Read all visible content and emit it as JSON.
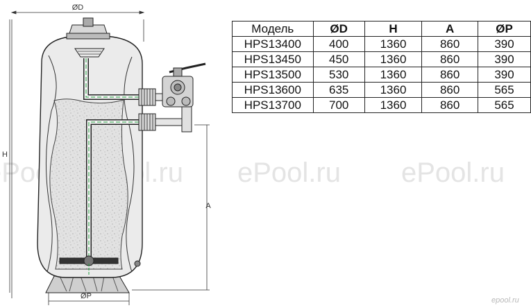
{
  "drawing": {
    "dim_labels": {
      "diameter": "ØD",
      "height": "H",
      "inlet_height": "A",
      "base_diameter": "ØP"
    },
    "watermark": "ePool.ru",
    "corner_watermark": "epool.ru"
  },
  "table": {
    "headers": [
      "Модель",
      "ØD",
      "H",
      "A",
      "ØP"
    ],
    "rows": [
      [
        "HPS13400",
        "400",
        "1360",
        "860",
        "390"
      ],
      [
        "HPS13450",
        "450",
        "1360",
        "860",
        "390"
      ],
      [
        "HPS13500",
        "530",
        "1360",
        "860",
        "390"
      ],
      [
        "HPS13600",
        "635",
        "1360",
        "860",
        "565"
      ],
      [
        "HPS13700",
        "700",
        "1360",
        "860",
        "565"
      ]
    ]
  },
  "colors": {
    "line": "#222222",
    "tank_fill": "#ebebeb",
    "sand": "#dcdcdc",
    "pipe_green": "#1f9e3c",
    "watermark": "#e4e4e4"
  }
}
